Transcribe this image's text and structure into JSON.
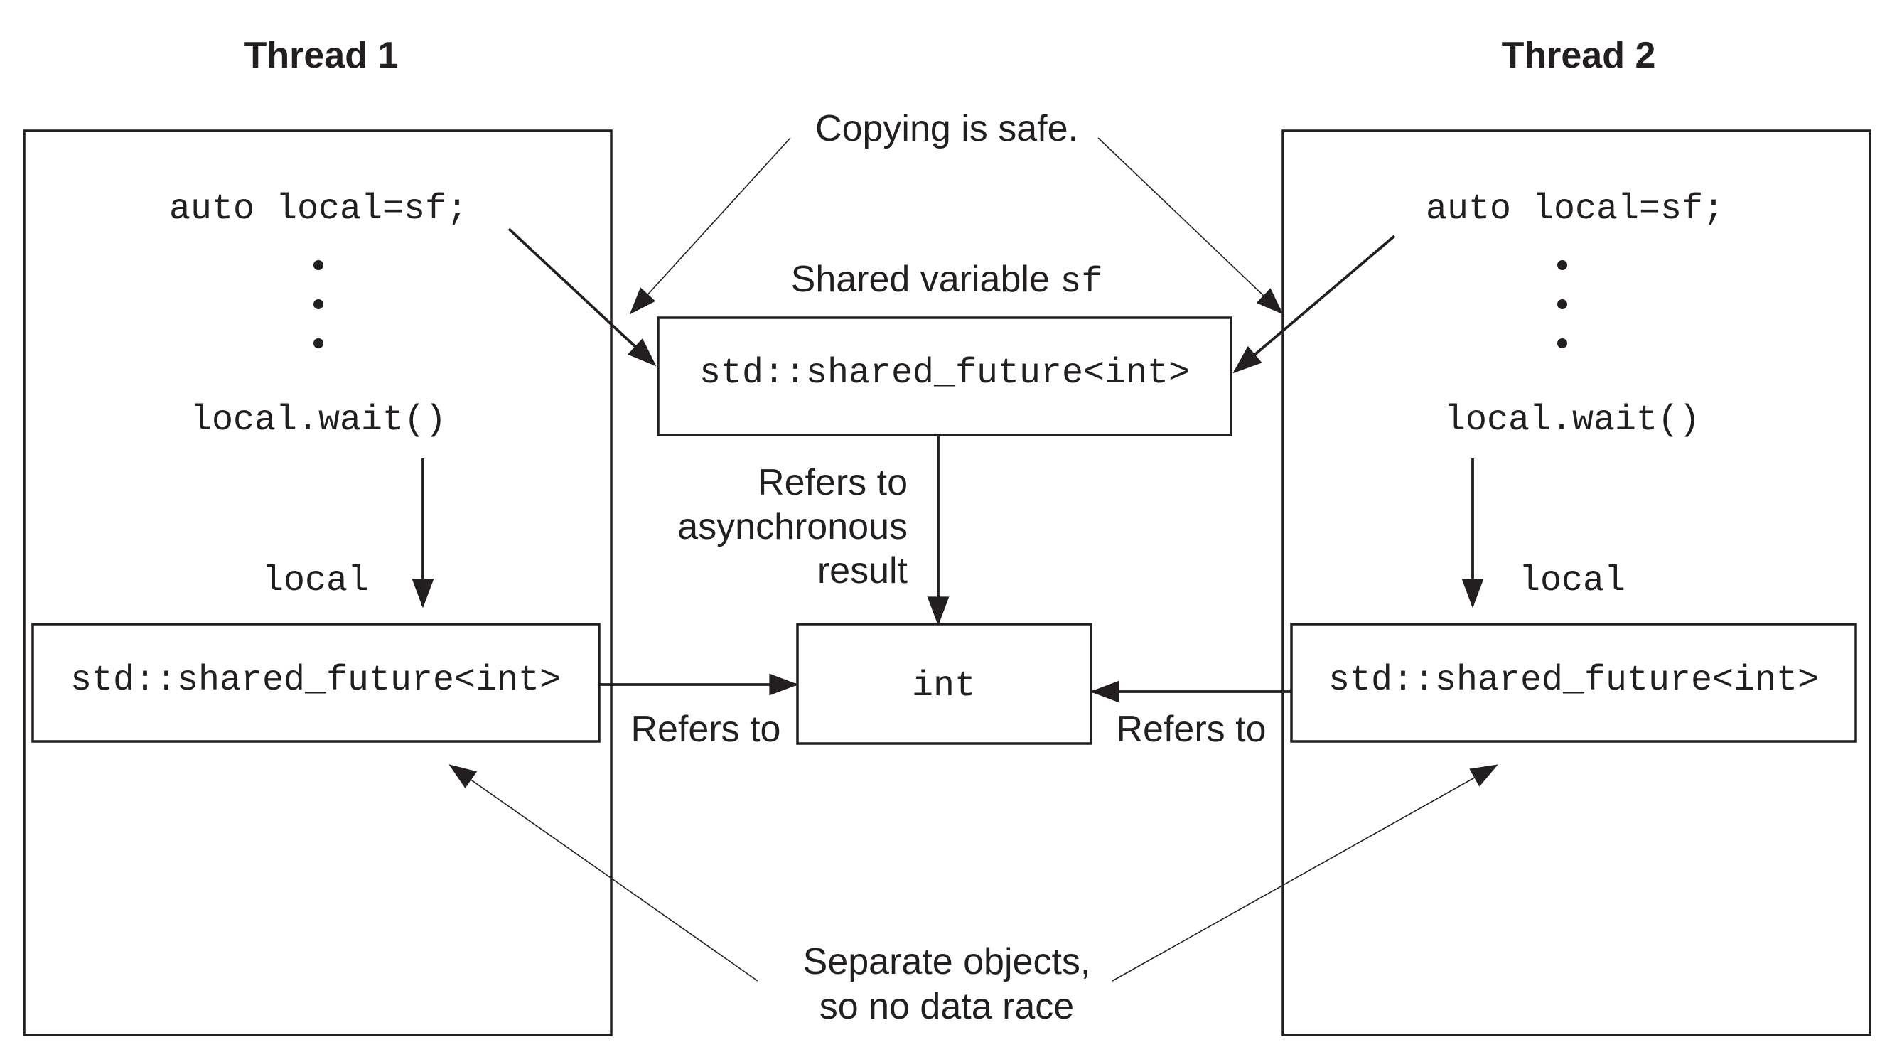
{
  "thread1": {
    "title": "Thread 1",
    "code_copy": "auto local=sf;",
    "code_wait": "local.wait()",
    "local_label": "local",
    "local_type": "std::shared_future<int>",
    "refers_label": "Refers to"
  },
  "thread2": {
    "title": "Thread 2",
    "code_copy": "auto local=sf;",
    "code_wait": "local.wait()",
    "local_label": "local",
    "local_type": "std::shared_future<int>",
    "refers_label": "Refers to"
  },
  "shared": {
    "caption_prefix": "Shared variable ",
    "caption_var": "sf",
    "type": "std::shared_future<int>",
    "refers_lines": [
      "Refers to",
      "asynchronous",
      "result"
    ]
  },
  "result": {
    "type": "int"
  },
  "notes": {
    "copying": "Copying is safe.",
    "separate_lines": [
      "Separate objects,",
      "so no data race"
    ]
  }
}
